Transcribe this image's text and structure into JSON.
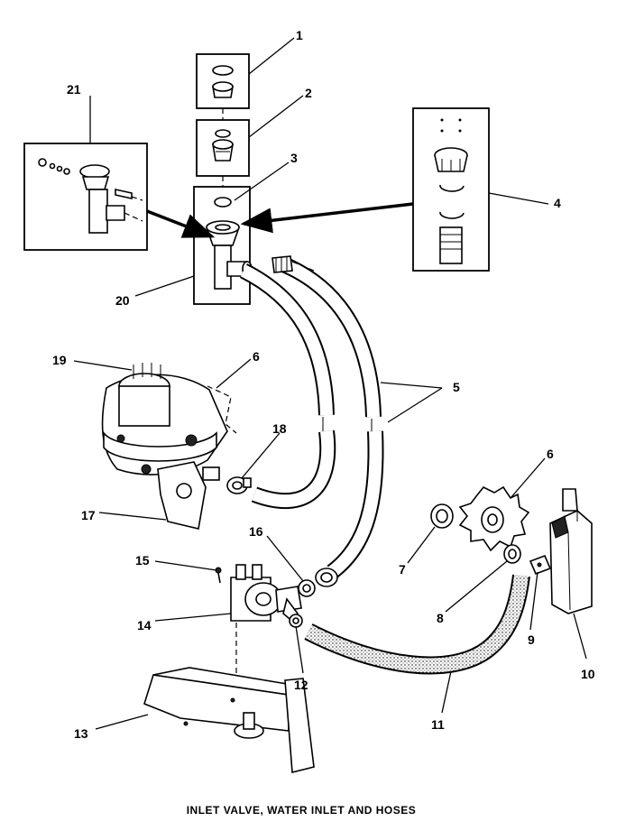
{
  "caption": "INLET VALVE, WATER INLET AND HOSES",
  "callouts": [
    {
      "label": "1"
    },
    {
      "label": "2"
    },
    {
      "label": "3"
    },
    {
      "label": "4"
    },
    {
      "label": "5"
    },
    {
      "label": "6"
    },
    {
      "label": "6"
    },
    {
      "label": "7"
    },
    {
      "label": "8"
    },
    {
      "label": "9"
    },
    {
      "label": "10"
    },
    {
      "label": "11"
    },
    {
      "label": "12"
    },
    {
      "label": "13"
    },
    {
      "label": "14"
    },
    {
      "label": "15"
    },
    {
      "label": "16"
    },
    {
      "label": "17"
    },
    {
      "label": "18"
    },
    {
      "label": "19"
    },
    {
      "label": "20"
    },
    {
      "label": "21"
    }
  ]
}
